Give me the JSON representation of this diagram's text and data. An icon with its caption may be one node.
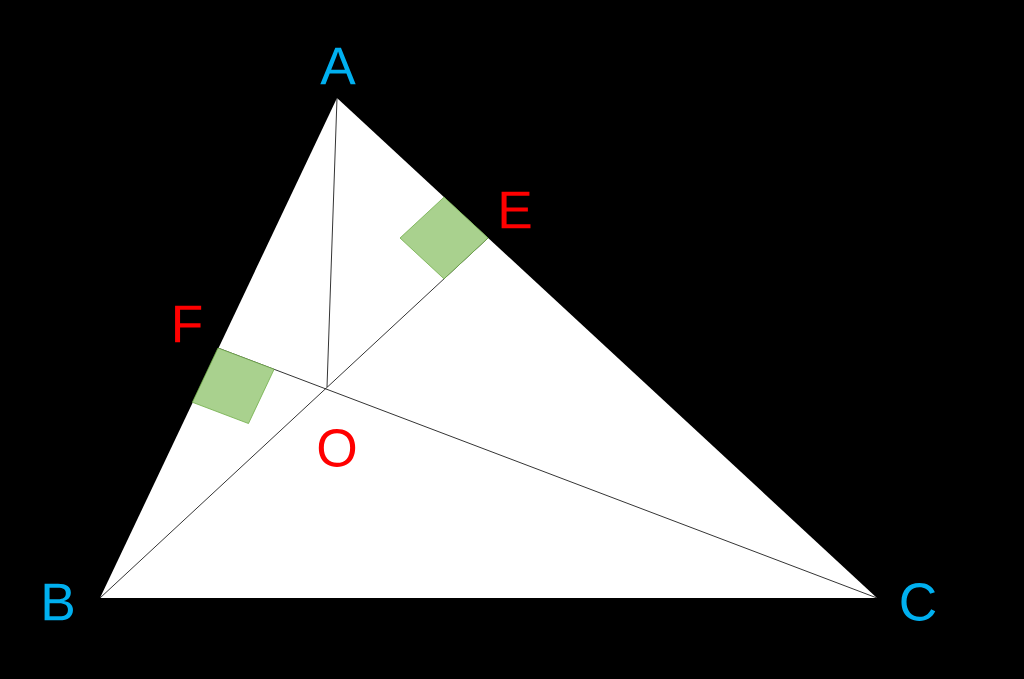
{
  "diagram": {
    "labels": [
      "A",
      "E",
      "F",
      "O",
      "B",
      "C"
    ]
  }
}
